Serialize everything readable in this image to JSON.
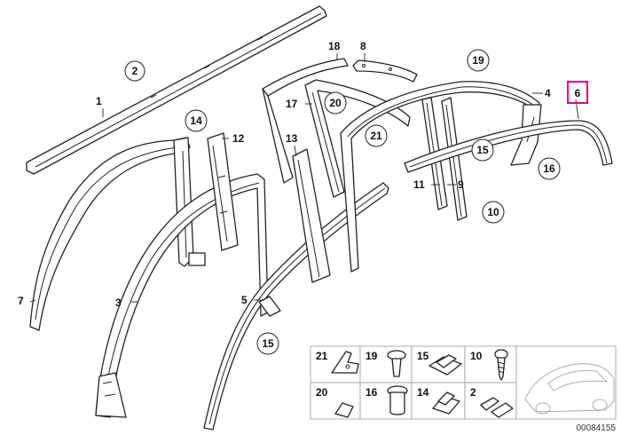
{
  "diagram": {
    "callouts": [
      {
        "id": "c1",
        "label": "1",
        "kind": "plain"
      },
      {
        "id": "c2",
        "label": "2",
        "kind": "circle"
      },
      {
        "id": "c3",
        "label": "3",
        "kind": "plain"
      },
      {
        "id": "c4",
        "label": "4",
        "kind": "plain"
      },
      {
        "id": "c5",
        "label": "5",
        "kind": "plain"
      },
      {
        "id": "c6",
        "label": "6",
        "kind": "highlight"
      },
      {
        "id": "c7",
        "label": "7",
        "kind": "plain"
      },
      {
        "id": "c8",
        "label": "8",
        "kind": "plain"
      },
      {
        "id": "c9",
        "label": "9",
        "kind": "plain"
      },
      {
        "id": "c10",
        "label": "10",
        "kind": "circle"
      },
      {
        "id": "c11",
        "label": "11",
        "kind": "plain"
      },
      {
        "id": "c12",
        "label": "12",
        "kind": "plain"
      },
      {
        "id": "c13",
        "label": "13",
        "kind": "plain"
      },
      {
        "id": "c14",
        "label": "14",
        "kind": "circle"
      },
      {
        "id": "c15a",
        "label": "15",
        "kind": "circle"
      },
      {
        "id": "c15b",
        "label": "15",
        "kind": "circle"
      },
      {
        "id": "c16",
        "label": "16",
        "kind": "circle"
      },
      {
        "id": "c17",
        "label": "17",
        "kind": "plain"
      },
      {
        "id": "c18",
        "label": "18",
        "kind": "plain"
      },
      {
        "id": "c19",
        "label": "19",
        "kind": "circle"
      },
      {
        "id": "c20",
        "label": "20",
        "kind": "circle"
      },
      {
        "id": "c21",
        "label": "21",
        "kind": "circle"
      }
    ],
    "legend": [
      {
        "label": "21",
        "part": "bracket"
      },
      {
        "label": "19",
        "part": "expanding-rivet"
      },
      {
        "label": "15",
        "part": "clip"
      },
      {
        "label": "10",
        "part": "screw"
      },
      {
        "label": "20",
        "part": "pad"
      },
      {
        "label": "16",
        "part": "grommet"
      },
      {
        "label": "14",
        "part": "clip-double"
      },
      {
        "label": "2",
        "part": "clip-pair"
      }
    ],
    "document_number": "00084155",
    "colors": {
      "highlight": "#e6007e",
      "line": "#222222"
    }
  }
}
